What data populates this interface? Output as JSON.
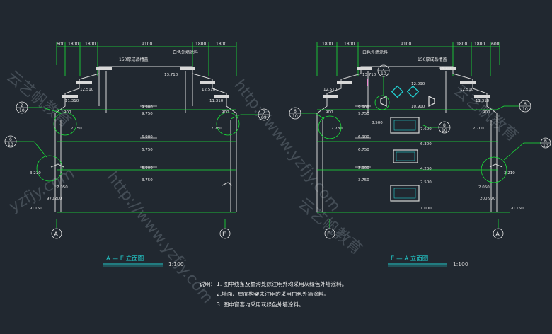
{
  "left_view": {
    "title": "A — E 立面图",
    "scale": "1:100",
    "axis_start": "A",
    "axis_end": "E",
    "top_dims": [
      "600",
      "1800",
      "1800",
      "9100",
      "1800",
      "1800"
    ],
    "ridge_label_a": "150厚成品槽盖",
    "ridge_label_b": "白色外墙涂料",
    "levels": [
      "13.710",
      "12.510",
      "11.310",
      "9.900",
      "9.750",
      "6.900",
      "6.750",
      "3.900",
      "3.750",
      "3.210",
      "2.050",
      "-0.150"
    ],
    "small_labels": [
      "900",
      "900",
      "7.750",
      "7.780",
      "970",
      "200"
    ],
    "callouts": [
      {
        "top": "2",
        "bottom": "10"
      },
      {
        "top": "6",
        "bottom": "10"
      },
      {
        "top": "7",
        "bottom": "09"
      }
    ]
  },
  "right_view": {
    "title": "E — A 立面图",
    "scale": "1:100",
    "axis_start": "E",
    "axis_end": "A",
    "top_dims": [
      "1800",
      "1800",
      "9100",
      "1800",
      "1800",
      "600"
    ],
    "ridge_label_a": "白色外墙涂料",
    "ridge_label_b": "150厚成品槽盖",
    "levels": [
      "13.710",
      "13.710",
      "12.090",
      "10.900",
      "12.510",
      "11.310",
      "9.900",
      "9.750",
      "8.500",
      "7.600",
      "6.900",
      "6.750",
      "6.300",
      "4.200",
      "3.900",
      "3.750",
      "2.500",
      "1.000",
      "3.210",
      "2.050",
      "-0.150"
    ],
    "small_labels": [
      "900",
      "900",
      "7.780",
      "7.700",
      "200",
      "970"
    ],
    "callouts": [
      {
        "top": "6",
        "bottom": "10"
      },
      {
        "top": "7",
        "bottom": "10"
      },
      {
        "top": "6",
        "bottom": "10"
      },
      {
        "top": "8",
        "bottom": "10"
      },
      {
        "top": "6",
        "bottom": "10"
      }
    ]
  },
  "notes": {
    "heading": "说明：",
    "items": [
      "1. 图中线条及檐沟处除注明外均采用灰绿色外墙涂料。",
      "2.墙面、屋面构架未注明的采用白色外墙涂料。",
      "3. 图中窗套均采用灰绿色外墙涂料。"
    ]
  },
  "watermarks": [
    "http://www.yzfjy.com",
    "云艺帆教育",
    "yzfjy.com",
    "云艺帆教育",
    "http://www.yzfjy.com",
    "云艺帆教育"
  ],
  "colors": {
    "background": "#212830",
    "green": "#19e639",
    "white_line": "#d8d8d8",
    "cyan": "#22d0d0",
    "magenta": "#ff3cc8"
  }
}
